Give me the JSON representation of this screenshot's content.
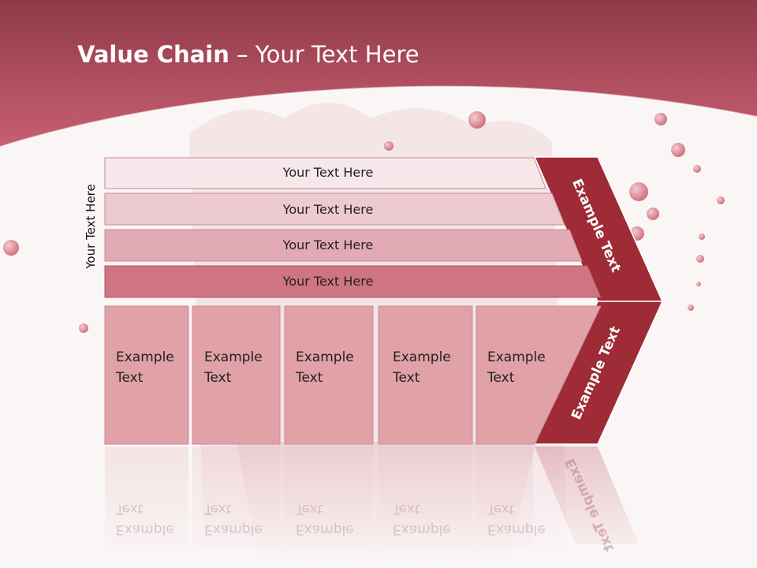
{
  "title": {
    "bold": "Value Chain",
    "rest": " – Your Text Here"
  },
  "side_label": "Your Text Here",
  "bars": [
    "Your Text Here",
    "Your Text Here",
    "Your Text Here",
    "Your Text Here"
  ],
  "cells": [
    {
      "line1": "Example",
      "line2": "Text"
    },
    {
      "line1": "Example",
      "line2": "Text"
    },
    {
      "line1": "Example",
      "line2": "Text"
    },
    {
      "line1": "Example",
      "line2": "Text"
    },
    {
      "line1": "Example",
      "line2": "Text"
    }
  ],
  "arrow_top_label": "Example Text",
  "arrow_bottom_label": "Example Text",
  "colors": {
    "header": "#b24a5b",
    "dark_chevron": "#9e2b35",
    "bar1": "#f6e7ea",
    "bar2": "#edc9d0",
    "bar3": "#e2aab4",
    "bar4": "#cf7482",
    "cells": "#e0a1a7"
  }
}
